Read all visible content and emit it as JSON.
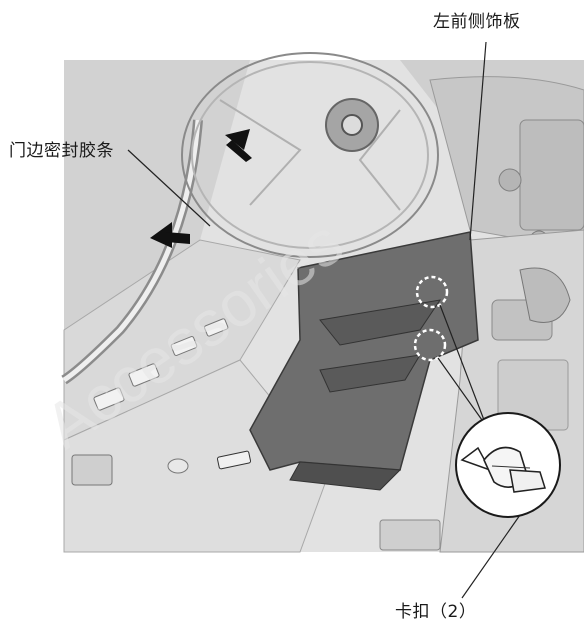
{
  "labels": {
    "left_front_side_trim": "左前侧饰板",
    "door_edge_seal": "门边密封胶条",
    "clip": "卡扣（2）"
  },
  "watermark_text": "Accessories",
  "colors": {
    "background": "#ffffff",
    "panel_fill": "#6e6e6e",
    "panel_dark": "#4f4f4f",
    "line_art": "#3a3a3a",
    "background_art": "#dcdcdc",
    "leader_line": "#222222",
    "arrow_fill": "#111111",
    "watermark": "#e6e6e6"
  },
  "icons": [
    "direction-arrow-icon",
    "clip-detail-icon",
    "clip-location-marker-icon"
  ]
}
